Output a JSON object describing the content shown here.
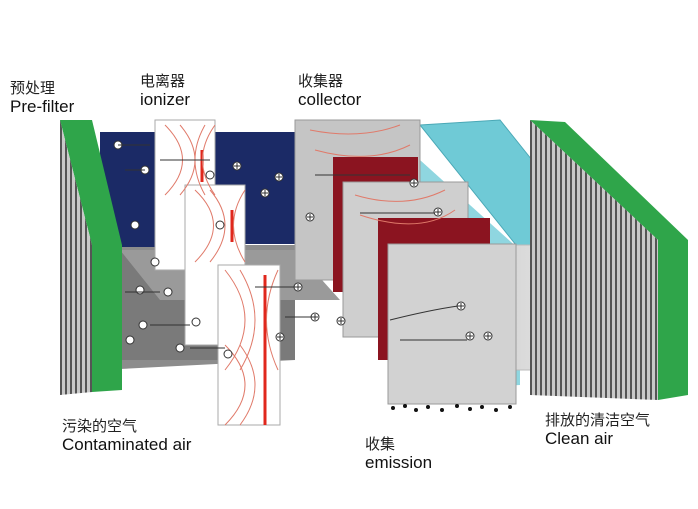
{
  "labels": {
    "prefilter": {
      "zh": "预处理",
      "en": "Pre-filter"
    },
    "ionizer": {
      "zh": "电离器",
      "en": "ionizer"
    },
    "collector": {
      "zh": "收集器",
      "en": "collector"
    },
    "contaminated": {
      "zh": "污染的空气",
      "en": "Contaminated air"
    },
    "emission": {
      "zh": "收集",
      "en": "emission"
    },
    "clean": {
      "zh": "排放的清洁空气",
      "en": "Clean air"
    }
  },
  "colors": {
    "filter_green": "#2fa54a",
    "navy": "#1b2a66",
    "ionizer_white": "#ffffff",
    "collector_gray": "#c8c8c8",
    "collector_dark": "#8a8a8a",
    "collector_red": "#8b1420",
    "clean_cyan": "#6fcad6",
    "arrow_gray": "#e6e6e6",
    "wire_red": "#e0271c",
    "field_lines": "#e07a6a"
  }
}
